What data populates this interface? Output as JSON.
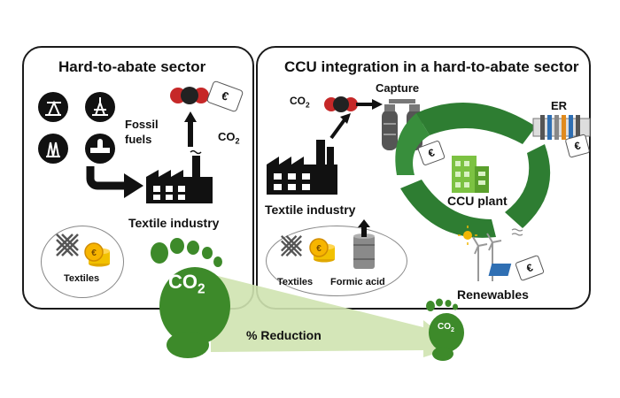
{
  "left_panel": {
    "title": "Hard-to-abate sector",
    "fossil_label_line1": "Fossil",
    "fossil_label_line2": "fuels",
    "co2_label": "CO",
    "co2_sub": "2",
    "industry_label": "Textile industry",
    "textiles_label": "Textiles",
    "price_tag": "€"
  },
  "right_panel": {
    "title": "CCU integration in a hard-to-abate sector",
    "co2_label": "CO",
    "co2_sub": "2",
    "capture_label": "Capture",
    "er_label": "ER",
    "industry_label": "Textile industry",
    "ccu_plant_label": "CCU plant",
    "renewables_label": "Renewables",
    "textiles_label": "Textiles",
    "formic_acid_label": "Formic acid",
    "price_tag": "€"
  },
  "footprint": {
    "big_text": "CO",
    "big_sub": "2",
    "small_text": "CO",
    "small_sub": "2",
    "reduction_label": "% Reduction"
  },
  "colors": {
    "green_dark": "#2e7d32",
    "green_light": "#7cc242",
    "arrow_fill": "#cfe3b0",
    "co2_red": "#c62828"
  }
}
